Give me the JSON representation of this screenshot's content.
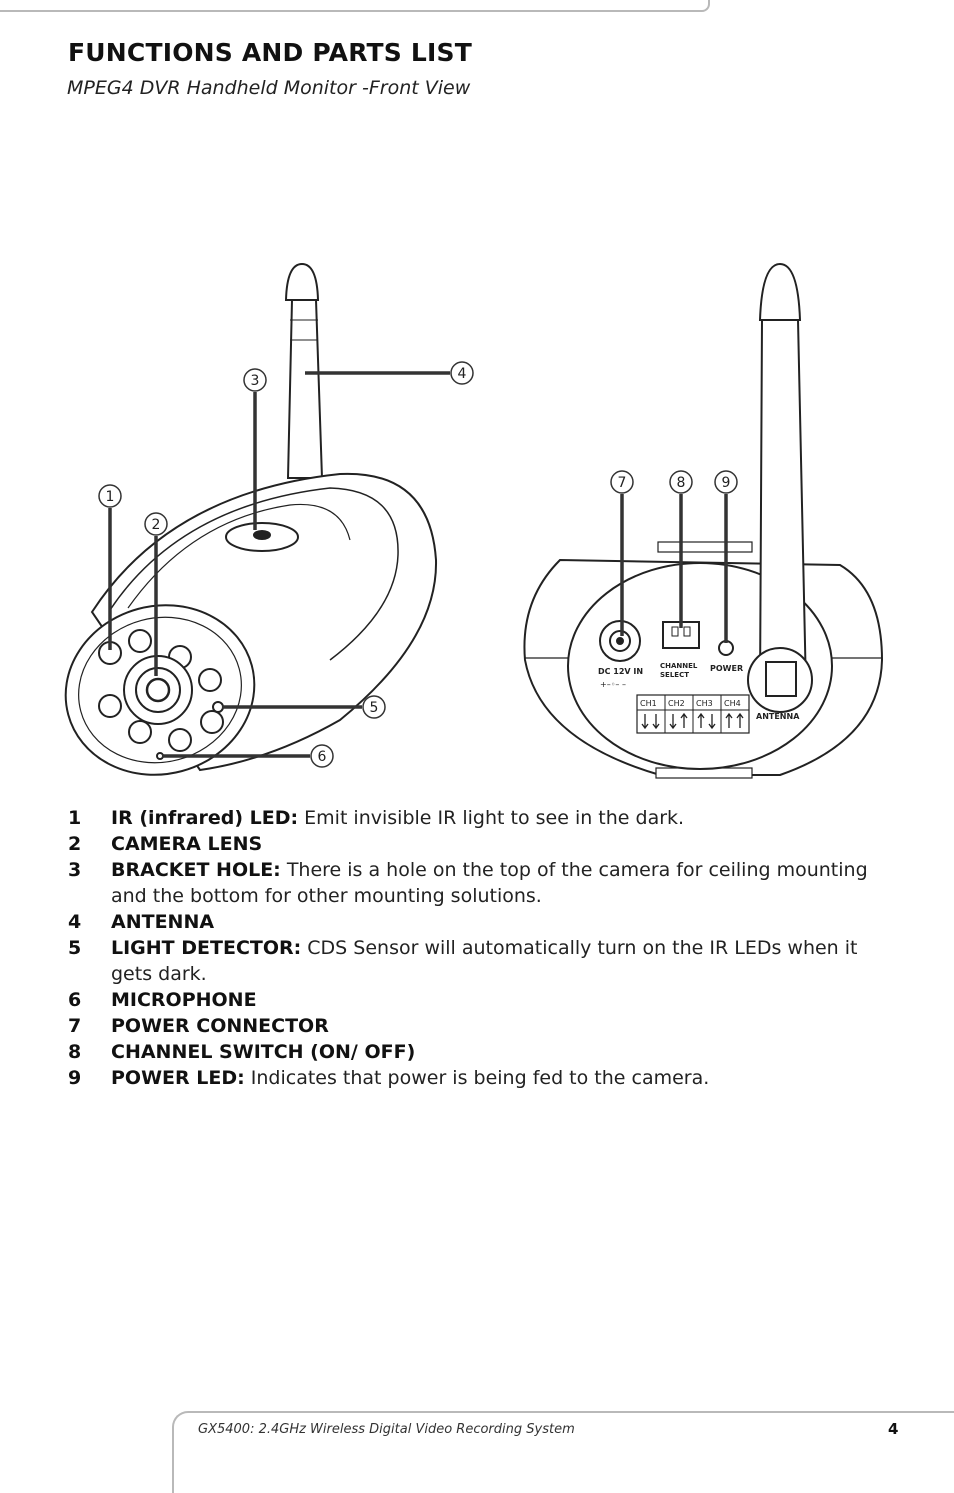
{
  "header": {
    "title": "FUNCTIONS AND PARTS LIST",
    "subtitle": "MPEG4 DVR Handheld Monitor -Front View"
  },
  "figure": {
    "callouts": [
      "1",
      "2",
      "3",
      "4",
      "5",
      "6",
      "7",
      "8",
      "9"
    ],
    "rear_panel": {
      "dc_label": "DC 12V IN",
      "polarity": "+–◦– –",
      "channel_select": [
        "CHANNEL",
        "SELECT"
      ],
      "power_label": "POWER",
      "antenna_label": "ANTENNA",
      "channels": [
        "CH1",
        "CH2",
        "CH3",
        "CH4"
      ]
    }
  },
  "parts": [
    {
      "num": "1",
      "label": "IR (infrared) LED:",
      "desc": " Emit invisible IR light to see in the dark."
    },
    {
      "num": "2",
      "label": "CAMERA LENS",
      "desc": ""
    },
    {
      "num": "3",
      "label": "BRACKET HOLE:",
      "desc": " There is a hole on the top of the camera for ceiling mounting and the bottom for other mounting solutions."
    },
    {
      "num": "4",
      "label": "ANTENNA",
      "desc": ""
    },
    {
      "num": "5",
      "label": "LIGHT DETECTOR:",
      "desc": " CDS Sensor will automatically turn on the IR LEDs when it gets dark."
    },
    {
      "num": "6",
      "label": "MICROPHONE",
      "desc": ""
    },
    {
      "num": "7",
      "label": "POWER CONNECTOR",
      "desc": ""
    },
    {
      "num": "8",
      "label": "CHANNEL SWITCH (ON/ OFF)",
      "desc": ""
    },
    {
      "num": "9",
      "label": "POWER LED:",
      "desc": " Indicates that power is being fed to the camera."
    }
  ],
  "footer": {
    "text": "GX5400: 2.4GHz Wireless Digital Video Recording System",
    "page": "4"
  }
}
